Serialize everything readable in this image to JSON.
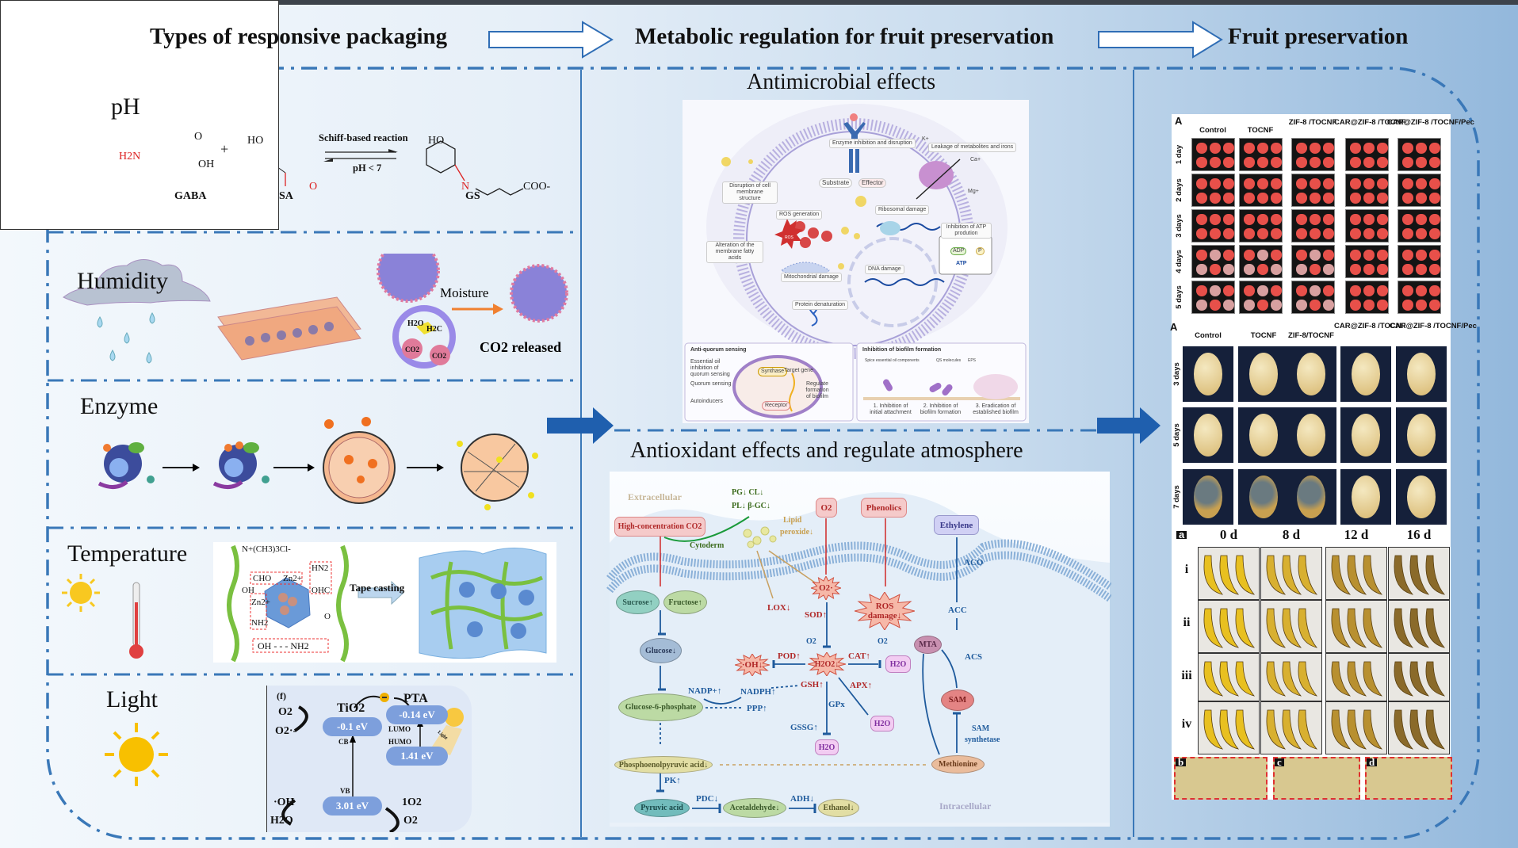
{
  "header": {
    "col1": "Types of responsive packaging",
    "col2": "Metabolic regulation for fruit preservation",
    "col3": "Fruit preservation"
  },
  "colors": {
    "frame": "#3a78b8",
    "flow_arrow": "#1f5fae",
    "title_arrow": "#2f6db5"
  },
  "left": {
    "ph": {
      "label": "pH",
      "gaba": "GABA",
      "sa": "SA",
      "gs": "GS",
      "reaction": "Schiff-based reaction",
      "condition": "pH < 7",
      "h2n": "H2N",
      "oh": "OH",
      "o": "O",
      "ho": "HO",
      "n": "N",
      "coo": "COO-",
      "plus": "+"
    },
    "humidity": {
      "label": "Humidity",
      "moisture": "Moisture",
      "co2_released": "CO2 released",
      "h2o": "H2O",
      "h2c": "H2C",
      "co2": "CO2"
    },
    "enzyme": {
      "label": "Enzyme"
    },
    "temperature": {
      "label": "Temperature",
      "tape_casting": "Tape casting",
      "n_group": "N+(CH3)3Cl-",
      "cho": "CHO",
      "zn": "Zn2+",
      "hn2": "HN2",
      "oh": "OH",
      "ohc": "OHC",
      "nh2": "NH2",
      "o": "O",
      "bottom": "OH - - - NH2"
    },
    "light": {
      "label": "Light",
      "panel": "(f)",
      "tio2": "TiO2",
      "pta": "PTA",
      "cb_val": "-0.1 eV",
      "lumo_val": "-0.14 eV",
      "homo_val": "1.41 eV",
      "vb_val": "3.01 eV",
      "cb": "CB",
      "vb": "VB",
      "lumo": "LUMO",
      "homo": "HUMO",
      "light": "Light",
      "o2": "O2",
      "o2r": "O2·-",
      "oh": "·OH",
      "h2o": "H2O",
      "so2": "1O2",
      "o2b": "O2"
    }
  },
  "antimicrobial": {
    "title": "Antimicrobial effects",
    "labels": [
      "Enzyme inhibition and disruption",
      "Leakage of metabolites and irons",
      "K+",
      "Ca+",
      "Mg+",
      "Substrate",
      "Effector",
      "Disruption of cell membrane structure",
      "ROS generation",
      "Ribosomal damage",
      "Inhibition of ATP prodution",
      "ADP",
      "P",
      "ATP",
      "Alteration of the membrane fatty acids",
      "Mitochondrial damage",
      "DNA damage",
      "Protein denaturation",
      "ROS"
    ],
    "quorum": {
      "title": "Anti-quorum sensing",
      "items": [
        "Essential oil inhibition of quorum sensing",
        "Quorum sensing",
        "Autoinducers",
        "Synthase",
        "Target gene",
        "Receptor",
        "Regulate formation of biofilm"
      ]
    },
    "biofilm": {
      "title": "Inhibition of biofilm formation",
      "legend": [
        "Spice essential oil components",
        "QS molecules",
        "EPS"
      ],
      "steps": [
        "1. Inhibition of initial attachment",
        "2. Inhibition of biofilm formation",
        "3. Eradication of established biofilm"
      ]
    }
  },
  "antioxidant": {
    "title": "Antioxidant effects and regulate atmosphere",
    "regions": {
      "extracellular": "Extracellular",
      "intracellular": "Intracellular"
    },
    "nodes": {
      "co2": "High-concentration CO2",
      "o2": "O2",
      "phenolics": "Phenolics",
      "ethylene": "Ethylene",
      "o2_radical": "O2·",
      "ros": "ROS damage↓",
      "sucrose": "Sucrose↑",
      "fructose": "Fructose↑",
      "glucose": "Glucose↓",
      "oh": "·OH↓",
      "h2o2": "H2O2↓",
      "h2o": "H2O",
      "mta": "MTA",
      "g6p": "Glucose-6-phosphate",
      "sam": "SAM",
      "pep": "Phosphoenolpyruvic acid↓",
      "methionine": "Methionine",
      "pyruvic": "Pyruvic acid",
      "acetaldehyde": "Acetaldehyde↓",
      "ethanol": "Ethanol↓"
    },
    "labels": {
      "pg_cl": "PG↓  CL↓",
      "pl_bgc": "PL↓  β-GC↓",
      "cytoderm": "Cytoderm",
      "lipid": "Lipid",
      "peroxide": "peroxide↓",
      "lox": "LOX↓",
      "sod": "SOD↑",
      "o2": "O2",
      "pod": "POD↑",
      "cat": "CAT↑",
      "nadp": "NADP+↑",
      "nadph": "NADPH↑",
      "gsh": "GSH↑",
      "apx": "APX↑",
      "gpx": "GPx",
      "ppp": "PPP↑",
      "gssg": "GSSG↑",
      "pk": "PK↑",
      "pdc": "PDC↓",
      "adh": "ADH↓",
      "aco": "ACO",
      "acc": "ACC",
      "acs": "ACS",
      "sam_synthetase_1": "SAM",
      "sam_synthetase_2": "synthetase"
    }
  },
  "fruit": {
    "strawberry": {
      "panel": "A",
      "columns": [
        "Control",
        "TOCNF",
        "ZIF-8\n/TOCNF",
        "CAR@ZIF-8\n/TOCNF",
        "CAR@ZIF-8\n/TOCNF/Pec"
      ],
      "rows": [
        "1 day",
        "2 days",
        "3 days",
        "4 days",
        "5 days"
      ]
    },
    "mango": {
      "panel": "A",
      "columns": [
        "Control",
        "TOCNF",
        "ZIF-8/TOCNF",
        "CAR@ZIF-8\n/TOCNF",
        "CAR@ZIF-8\n/TOCNF/Pec"
      ],
      "rows": [
        "3 days",
        "5 days",
        "7 days"
      ]
    },
    "banana": {
      "panel": "a",
      "columns": [
        "0 d",
        "8 d",
        "12 d",
        "16 d"
      ],
      "rows": [
        "i",
        "ii",
        "iii",
        "iv"
      ],
      "insets": [
        "b",
        "c",
        "d"
      ]
    }
  }
}
